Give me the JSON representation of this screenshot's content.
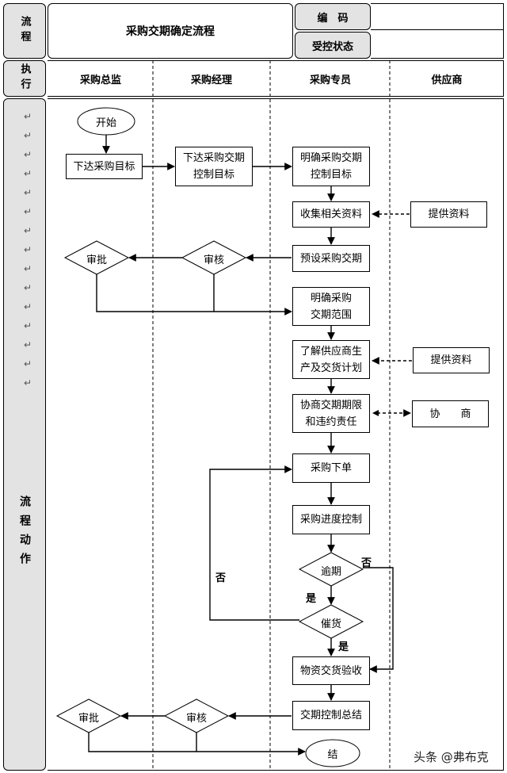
{
  "header": {
    "left_label": "流程",
    "title": "采购交期确定流程",
    "code_label": "编　码",
    "status_label": "受控状态",
    "code_value": "",
    "status_value": ""
  },
  "lanes": {
    "exec_label": "执行",
    "lane1": "采购总监",
    "lane2": "采购经理",
    "lane3": "采购专员",
    "lane4": "供应商"
  },
  "side": {
    "label": "流程动作"
  },
  "nodes": {
    "start": "开始",
    "n1": "下达采购目标",
    "n2_l1": "下达采购交期",
    "n2_l2": "控制目标",
    "n3_l1": "明确采购交期",
    "n3_l2": "控制目标",
    "n4": "收集相关资料",
    "s1": "提供资料",
    "d_approve1": "审批",
    "d_review1": "审核",
    "n5": "预设采购交期",
    "n6_l1": "明确采购",
    "n6_l2": "交期范围",
    "n7_l1": "了解供应商生",
    "n7_l2": "产及交货计划",
    "s2": "提供资料",
    "n8_l1": "协商交期期限",
    "n8_l2": "和违约责任",
    "s3": "协　　商",
    "n9": "采购下单",
    "n10": "采购进度控制",
    "d_overdue": "逾期",
    "d_urge": "催货",
    "n11": "物资交货验收",
    "n12": "交期控制总结",
    "d_approve2": "审批",
    "d_review2": "审核",
    "end": "结"
  },
  "edge_labels": {
    "no1": "否",
    "no2": "否",
    "yes1": "是",
    "yes2": "是"
  },
  "watermark": "头条 @弗布克"
}
